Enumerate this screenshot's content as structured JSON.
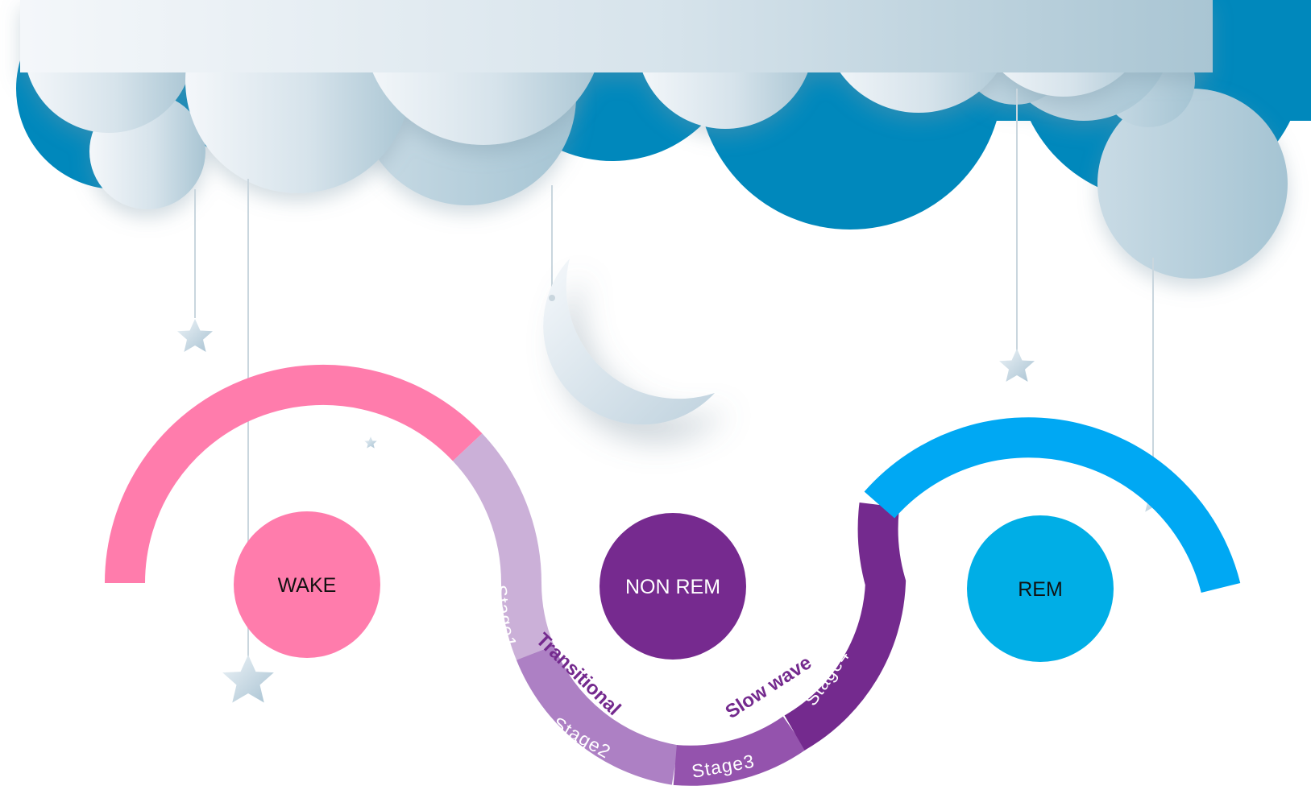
{
  "phases": {
    "wake": "WAKE",
    "non_rem": "NON REM",
    "rem": "REM"
  },
  "stages": {
    "stage1": "Stage1",
    "stage2": "Stage2",
    "stage3": "Stage3",
    "stage4": "Stage4"
  },
  "groups": {
    "transitional": "Transitional",
    "slow_wave": "Slow wave"
  },
  "colors": {
    "wake": "#ff7cac",
    "rem_arc": "#00a8f3",
    "rem_circle": "#00aee6",
    "non_rem": "#762a8f",
    "stage1": "#cbb0d8",
    "stage2": "#ad80c4",
    "stage3": "#9453ad",
    "stage4": "#742a8e",
    "cloud_back": "#0088bc",
    "cloud_front": "#dfe9f0"
  }
}
